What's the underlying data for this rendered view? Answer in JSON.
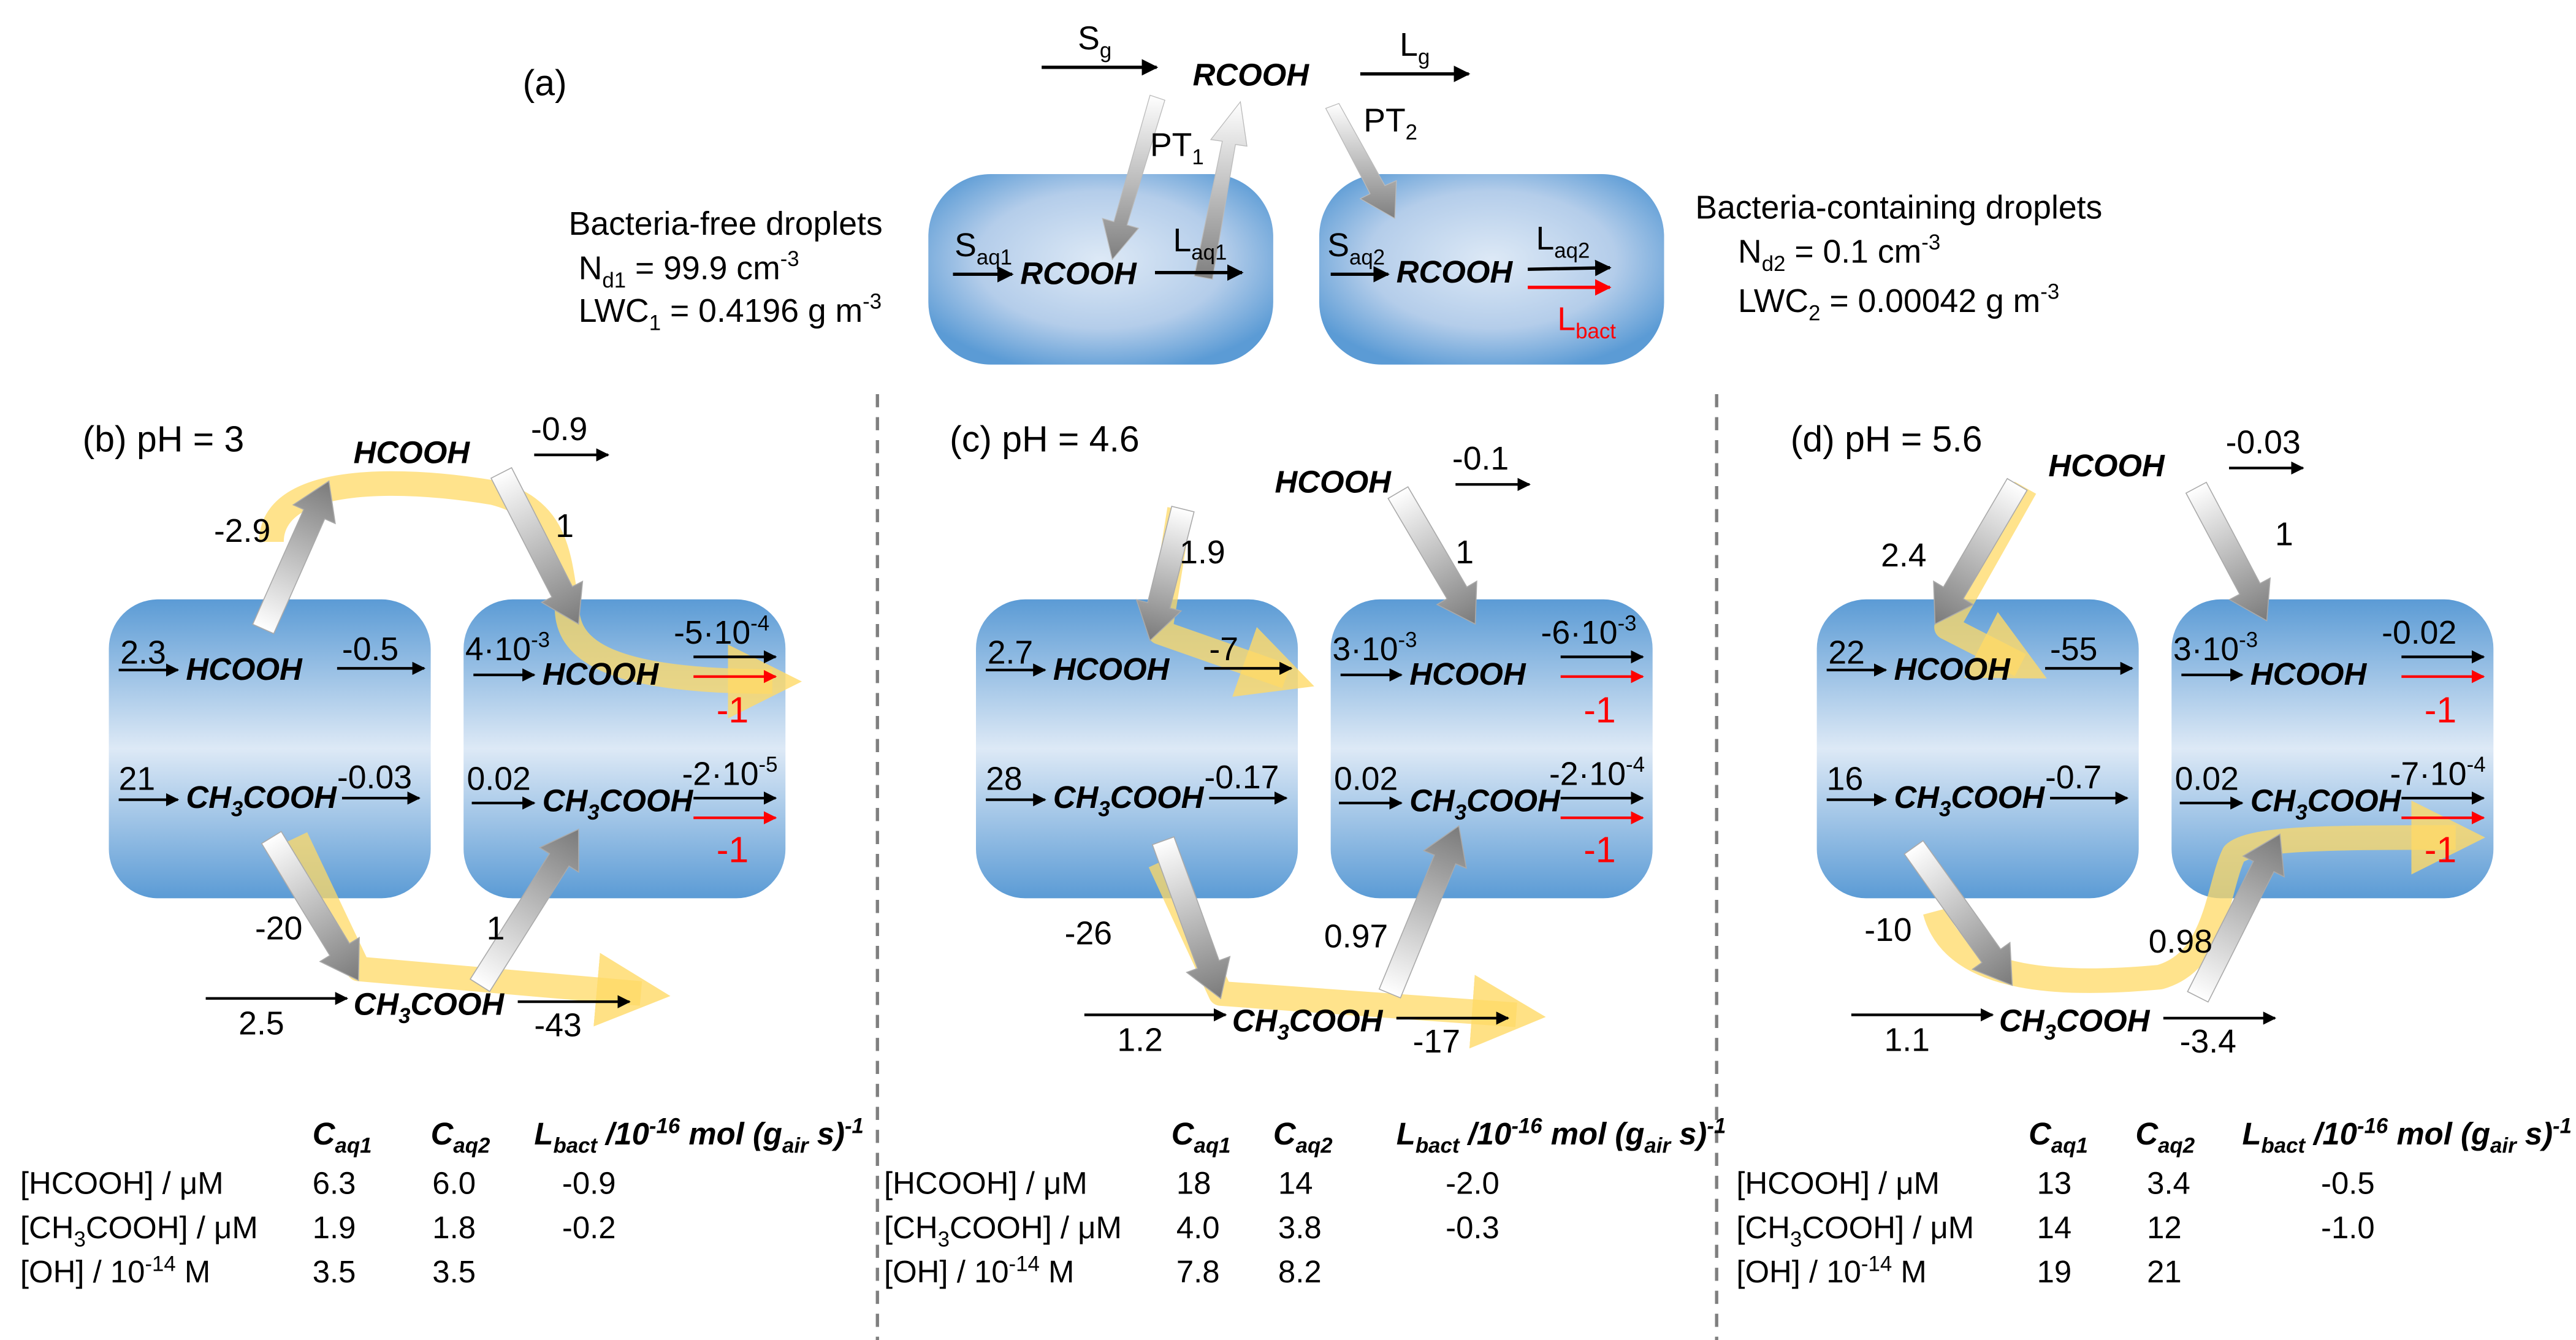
{
  "panel_a": {
    "label": "(a)",
    "gas_species": "RCOOH",
    "Sg": "S",
    "Sg_sub": "g",
    "Lg": "L",
    "Lg_sub": "g",
    "PT1": "PT",
    "PT1_sub": "1",
    "PT2": "PT",
    "PT2_sub": "2",
    "droplet1": {
      "species": "RCOOH",
      "S": "S",
      "S_sub": "aq1",
      "L": "L",
      "L_sub": "aq1"
    },
    "droplet2": {
      "species": "RCOOH",
      "S": "S",
      "S_sub": "aq2",
      "L": "L",
      "L_sub": "aq2",
      "Lbact": "L",
      "Lbact_sub": "bact"
    },
    "free": {
      "title": "Bacteria-free droplets",
      "nd_pre": "N",
      "nd_sub": "d1",
      "nd_val": " = 99.9 cm",
      "nd_sup": "-3",
      "lwc_pre": "LWC",
      "lwc_sub": "1",
      "lwc_val": " = 0.4196 g m",
      "lwc_sup": "-3"
    },
    "bact": {
      "title": "Bacteria-containing droplets",
      "nd_pre": "N",
      "nd_sub": "d2",
      "nd_val": " = 0.1 cm",
      "nd_sup": "-3",
      "lwc_pre": "LWC",
      "lwc_sub": "2",
      "lwc_val": " = 0.00042 g m",
      "lwc_sup": "-3"
    }
  },
  "species": {
    "hcooh": "HCOOH",
    "ch3cooh_a": "CH",
    "ch3cooh_sub": "3",
    "ch3cooh_b": "COOH"
  },
  "panels": [
    {
      "title": "(b) pH = 3",
      "gas_hcooh_loss": "-0.9",
      "pt1_hcooh": "-2.9",
      "pt2_hcooh": "1",
      "d1_hcooh_src": "2.3",
      "d1_hcooh_loss": "-0.5",
      "d1_ch3_src": "21",
      "d1_ch3_loss": "-0.03",
      "d2_hcooh_src": "4·10",
      "d2_hcooh_src_sup": "-3",
      "d2_hcooh_loss": "-5·10",
      "d2_hcooh_loss_sup": "-4",
      "d2_hcooh_bact": "-1",
      "d2_ch3_src": "0.02",
      "d2_ch3_loss": "-2·10",
      "d2_ch3_loss_sup": "-5",
      "d2_ch3_bact": "-1",
      "pt1_ch3": "-20",
      "pt2_ch3": "1",
      "gas_ch3_src": "2.5",
      "gas_ch3_loss": "-43"
    },
    {
      "title": "(c) pH = 4.6",
      "gas_hcooh_loss": "-0.1",
      "pt1_hcooh": "1.9",
      "pt2_hcooh": "1",
      "d1_hcooh_src": "2.7",
      "d1_hcooh_loss": "-7",
      "d1_ch3_src": "28",
      "d1_ch3_loss": "-0.17",
      "d2_hcooh_src": "3·10",
      "d2_hcooh_src_sup": "-3",
      "d2_hcooh_loss": "-6·10",
      "d2_hcooh_loss_sup": "-3",
      "d2_hcooh_bact": "-1",
      "d2_ch3_src": "0.02",
      "d2_ch3_loss": "-2·10",
      "d2_ch3_loss_sup": "-4",
      "d2_ch3_bact": "-1",
      "pt1_ch3": "-26",
      "pt2_ch3": "0.97",
      "gas_ch3_src": "1.2",
      "gas_ch3_loss": "-17"
    },
    {
      "title": "(d) pH = 5.6",
      "gas_hcooh_loss": "-0.03",
      "pt1_hcooh": "2.4",
      "pt2_hcooh": "1",
      "d1_hcooh_src": "22",
      "d1_hcooh_loss": "-55",
      "d1_ch3_src": "16",
      "d1_ch3_loss": "-0.7",
      "d2_hcooh_src": "3·10",
      "d2_hcooh_src_sup": "-3",
      "d2_hcooh_loss": "-0.02",
      "d2_hcooh_loss_sup": "",
      "d2_hcooh_bact": "-1",
      "d2_ch3_src": "0.02",
      "d2_ch3_loss": "-7·10",
      "d2_ch3_loss_sup": "-4",
      "d2_ch3_bact": "-1",
      "pt1_ch3": "-10",
      "pt2_ch3": "0.98",
      "gas_ch3_src": "1.1",
      "gas_ch3_loss": "-3.4"
    }
  ],
  "tables": {
    "header": {
      "c1": "C",
      "c1_sub": "aq1",
      "c2": "C",
      "c2_sub": "aq2",
      "lb": "L",
      "lb_sub": "bact",
      "lb_unit": " /10",
      "lb_sup": "-16",
      "lb_unit2": " mol (g",
      "lb_sub2": "air",
      "lb_unit3": " s)",
      "lb_sup2": "-1"
    },
    "row_labels": {
      "hcooh": "[HCOOH] / μM",
      "ch3_a": "[CH",
      "ch3_sub": "3",
      "ch3_b": "COOH] / μM",
      "oh_a": "[OH] / 10",
      "oh_sup": "-14",
      "oh_b": " M"
    },
    "panels": [
      {
        "hcooh": [
          "6.3",
          "6.0",
          "-0.9"
        ],
        "ch3cooh": [
          "1.9",
          "1.8",
          "-0.2"
        ],
        "oh": [
          "3.5",
          "3.5"
        ]
      },
      {
        "hcooh": [
          "18",
          "14",
          "-2.0"
        ],
        "ch3cooh": [
          "4.0",
          "3.8",
          "-0.3"
        ],
        "oh": [
          "7.8",
          "8.2"
        ]
      },
      {
        "hcooh": [
          "13",
          "3.4",
          "-0.5"
        ],
        "ch3cooh": [
          "14",
          "12",
          "-1.0"
        ],
        "oh": [
          "19",
          "21"
        ]
      }
    ]
  },
  "colors": {
    "droplet_edge": "#5b9bd5",
    "droplet_center": "#dde9f6",
    "flux_highlight": "#ffd966",
    "bacteria_loss": "#ff0000",
    "divider": "#7f7f7f"
  }
}
